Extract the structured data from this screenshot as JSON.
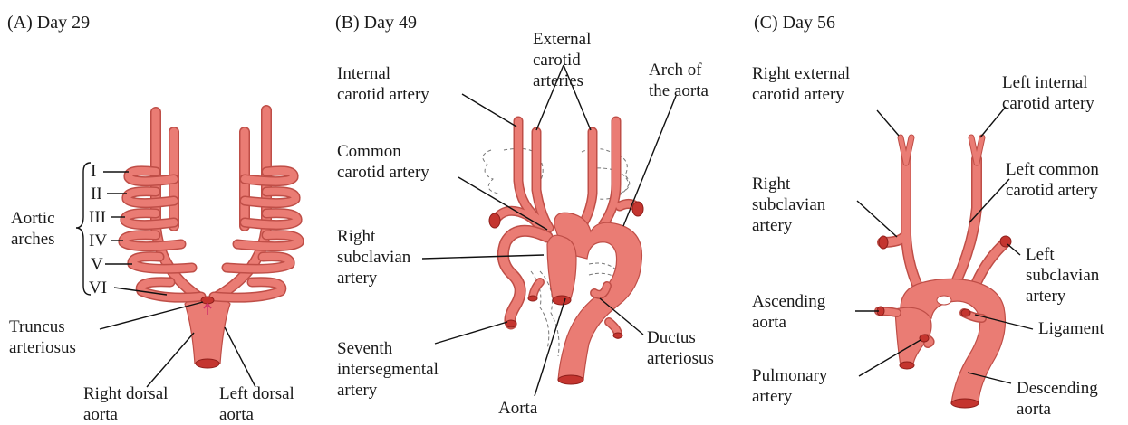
{
  "colors": {
    "artery": "#ea7c74",
    "artery_edge": "#bf4e47",
    "lumen": "#c4352f"
  },
  "panel_a": {
    "title": "(A)  Day 29",
    "arch_numerals": [
      "I",
      "II",
      "III",
      "IV",
      "V",
      "VI"
    ],
    "aortic_arches": [
      "Aortic",
      "arches"
    ],
    "truncus": [
      "Truncus",
      "arteriosus"
    ],
    "right_dorsal": [
      "Right dorsal",
      "aorta"
    ],
    "left_dorsal": [
      "Left dorsal",
      "aorta"
    ]
  },
  "panel_b": {
    "title": "(B)  Day 49",
    "internal_carotid": [
      "Internal",
      "carotid artery"
    ],
    "external_carotid": [
      "External",
      "carotid",
      "arteries"
    ],
    "arch_of_aorta": [
      "Arch of",
      "the aorta"
    ],
    "common_carotid": [
      "Common",
      "carotid artery"
    ],
    "right_subclavian": [
      "Right",
      "subclavian",
      "artery"
    ],
    "seventh_intersegmental": [
      "Seventh",
      "intersegmental",
      "artery"
    ],
    "ductus": [
      "Ductus",
      "arteriosus"
    ],
    "aorta": "Aorta"
  },
  "panel_c": {
    "title": "(C)  Day 56",
    "right_external_carotid": [
      "Right external",
      "carotid artery"
    ],
    "left_internal_carotid": [
      "Left internal",
      "carotid artery"
    ],
    "right_subclavian": [
      "Right",
      "subclavian",
      "artery"
    ],
    "left_common_carotid": [
      "Left common",
      "carotid artery"
    ],
    "left_subclavian": [
      "Left",
      "subclavian",
      "artery"
    ],
    "ascending_aorta": [
      "Ascending",
      "aorta"
    ],
    "ligament": "Ligament",
    "pulmonary_artery": [
      "Pulmonary",
      "artery"
    ],
    "descending_aorta": [
      "Descending",
      "aorta"
    ]
  }
}
